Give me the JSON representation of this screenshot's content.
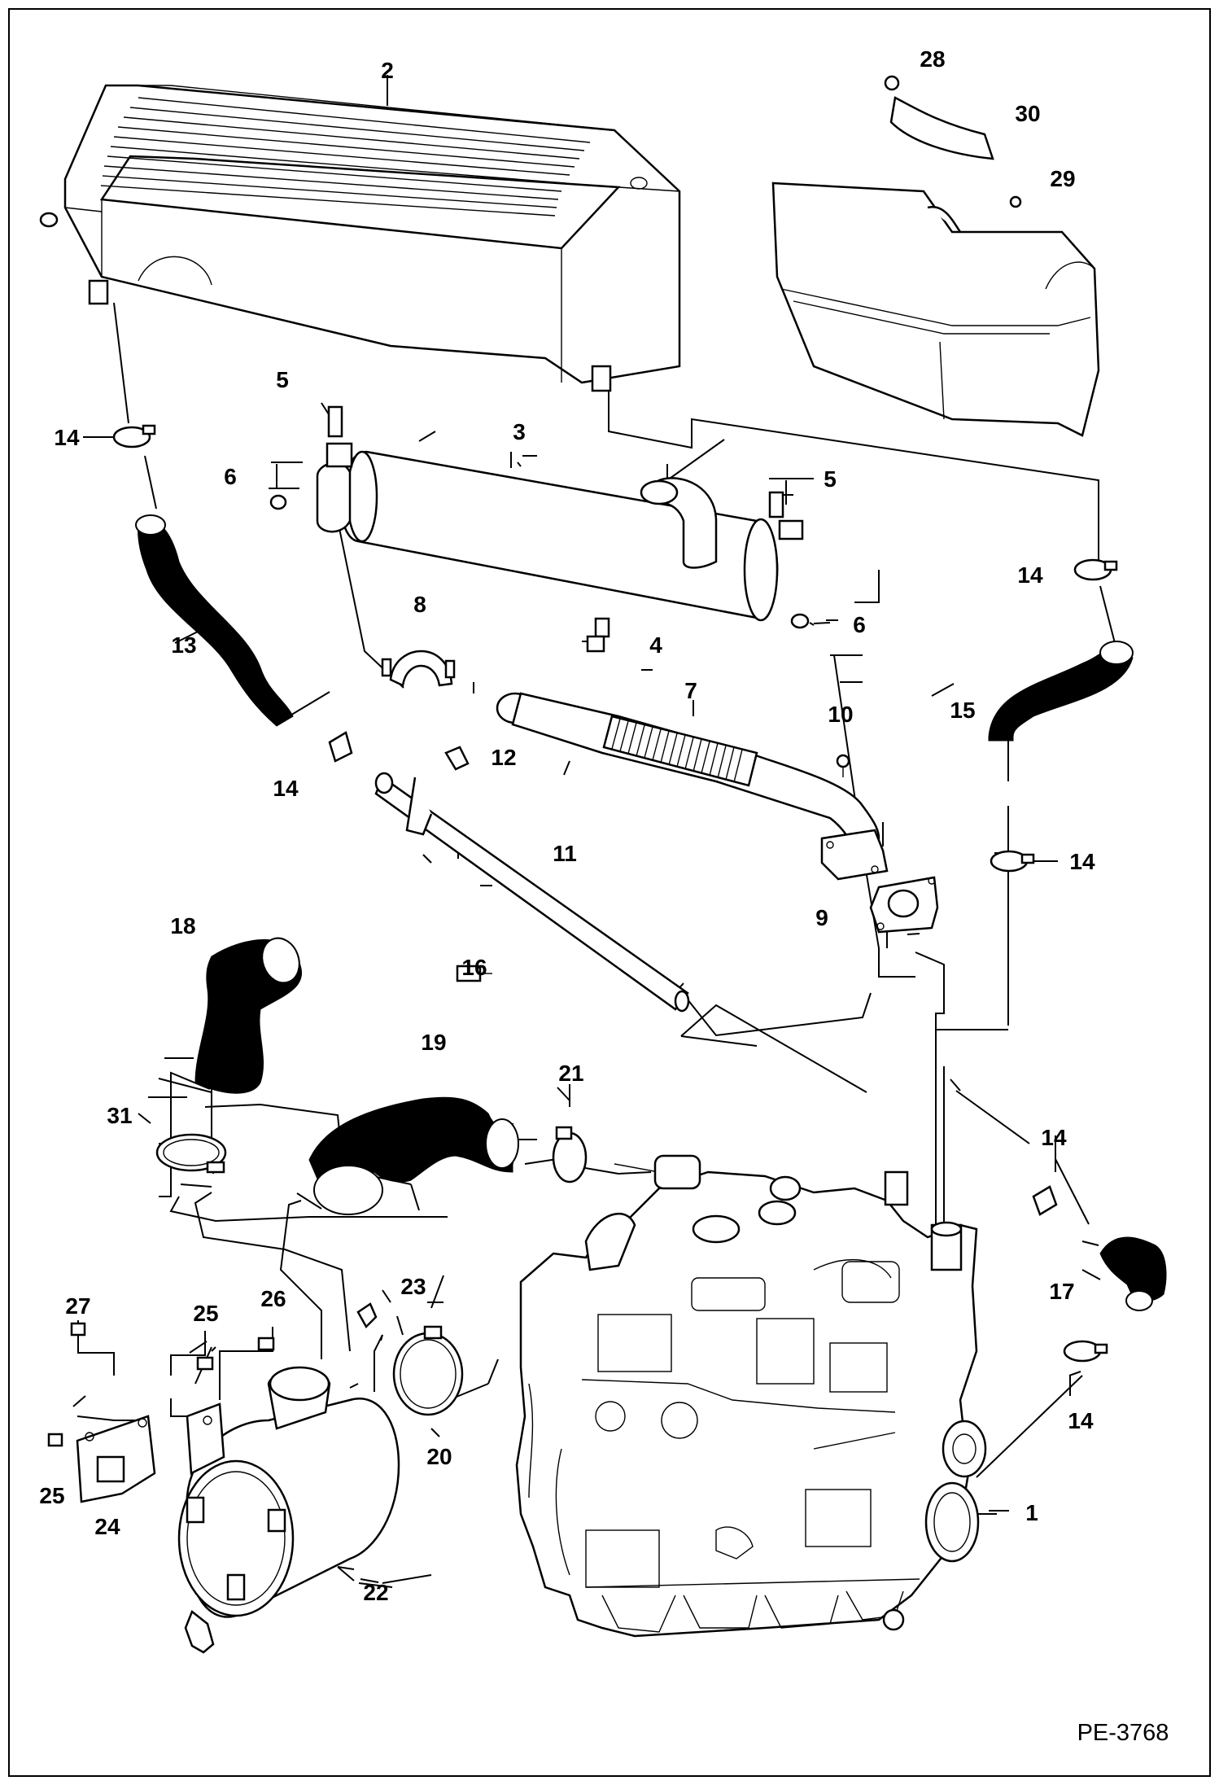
{
  "diagram": {
    "reference_code": "PE-3768",
    "callouts": [
      {
        "id": "c1",
        "text": "1"
      },
      {
        "id": "c2",
        "text": "2"
      },
      {
        "id": "c3",
        "text": "3"
      },
      {
        "id": "c4",
        "text": "4"
      },
      {
        "id": "c5a",
        "text": "5"
      },
      {
        "id": "c5b",
        "text": "5"
      },
      {
        "id": "c6a",
        "text": "6"
      },
      {
        "id": "c6b",
        "text": "6"
      },
      {
        "id": "c7",
        "text": "7"
      },
      {
        "id": "c8",
        "text": "8"
      },
      {
        "id": "c9",
        "text": "9"
      },
      {
        "id": "c10",
        "text": "10"
      },
      {
        "id": "c11",
        "text": "11"
      },
      {
        "id": "c12",
        "text": "12"
      },
      {
        "id": "c13",
        "text": "13"
      },
      {
        "id": "c14a",
        "text": "14"
      },
      {
        "id": "c14b",
        "text": "14"
      },
      {
        "id": "c14c",
        "text": "14"
      },
      {
        "id": "c14d",
        "text": "14"
      },
      {
        "id": "c14e",
        "text": "14"
      },
      {
        "id": "c14f",
        "text": "14"
      },
      {
        "id": "c15",
        "text": "15"
      },
      {
        "id": "c16",
        "text": "16"
      },
      {
        "id": "c17",
        "text": "17"
      },
      {
        "id": "c18",
        "text": "18"
      },
      {
        "id": "c19",
        "text": "19"
      },
      {
        "id": "c20",
        "text": "20"
      },
      {
        "id": "c21",
        "text": "21"
      },
      {
        "id": "c22",
        "text": "22"
      },
      {
        "id": "c23",
        "text": "23"
      },
      {
        "id": "c24",
        "text": "24"
      },
      {
        "id": "c25a",
        "text": "25"
      },
      {
        "id": "c25b",
        "text": "25"
      },
      {
        "id": "c26",
        "text": "26"
      },
      {
        "id": "c27",
        "text": "27"
      },
      {
        "id": "c28",
        "text": "28"
      },
      {
        "id": "c29",
        "text": "29"
      },
      {
        "id": "c30",
        "text": "30"
      },
      {
        "id": "c31",
        "text": "31"
      }
    ]
  }
}
